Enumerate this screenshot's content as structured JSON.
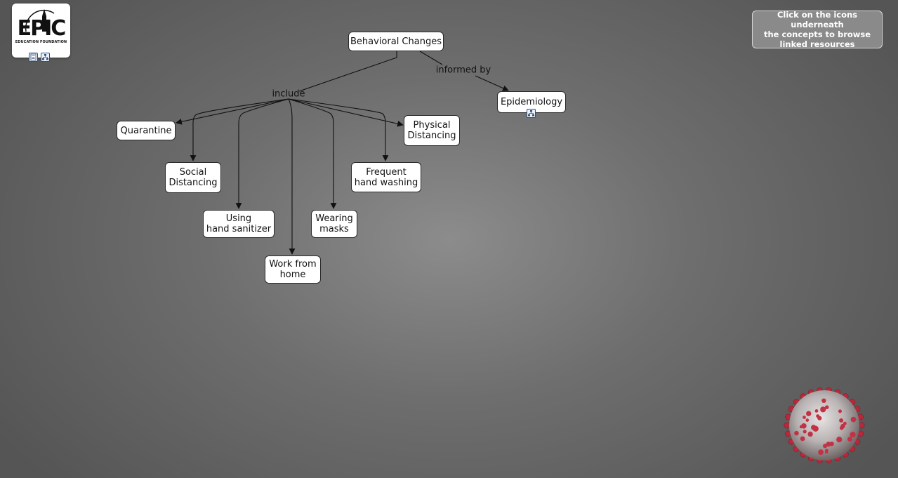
{
  "logo": {
    "name": "EPIC",
    "subtitle": "EDUCATION FOUNDATION"
  },
  "help": {
    "text": "Click on the icons underneath\nthe concepts to browse\nlinked resources"
  },
  "concept_map": {
    "root": "Behavioral Changes",
    "links": {
      "include": "include",
      "informed_by": "informed by"
    },
    "concepts": {
      "epidemiology": "Epidemiology",
      "quarantine": "Quarantine",
      "physical_distancing": "Physical\nDistancing",
      "social_distancing": "Social\nDistancing",
      "frequent_hand_washing": "Frequent\nhand washing",
      "using_hand_sanitizer": "Using\nhand sanitizer",
      "wearing_masks": "Wearing\nmasks",
      "work_from_home": "Work from\nhome"
    }
  },
  "icons": {
    "logo_resources": [
      "document-list-icon",
      "concept-map-icon"
    ],
    "epidemiology_resources": [
      "concept-map-icon"
    ],
    "decoration": "coronavirus-image"
  },
  "colors": {
    "node_fill": "#ffffff",
    "node_border": "#2a2a2a",
    "edge": "#111111",
    "help_box": "#8a8a8a",
    "virus_red": "#b8283a"
  }
}
